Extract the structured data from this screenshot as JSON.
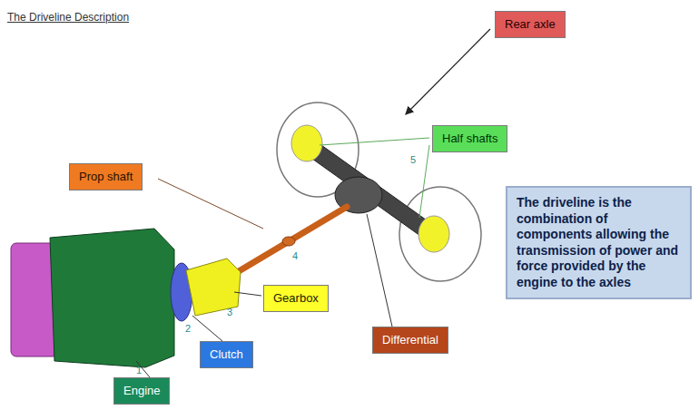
{
  "diagram": {
    "title": "The Driveline Description",
    "nodes": [
      {
        "text": [
          "Rear axle"
        ]
      },
      {
        "text": [
          "Half shafts"
        ]
      },
      {
        "text": [
          "Prop shaft"
        ]
      },
      {
        "text": [
          "Gearbox"
        ]
      },
      {
        "text": [
          "Clutch"
        ]
      },
      {
        "text": [
          "Engine"
        ]
      },
      {
        "text": [
          "Differential"
        ]
      },
      {
        "text": [
          "The driveline is the combination of components allowing the transmission of power and force provided by the engine to the axles"
        ]
      }
    ],
    "labels": [
      "1",
      "2",
      "3",
      "4",
      "5"
    ]
  }
}
